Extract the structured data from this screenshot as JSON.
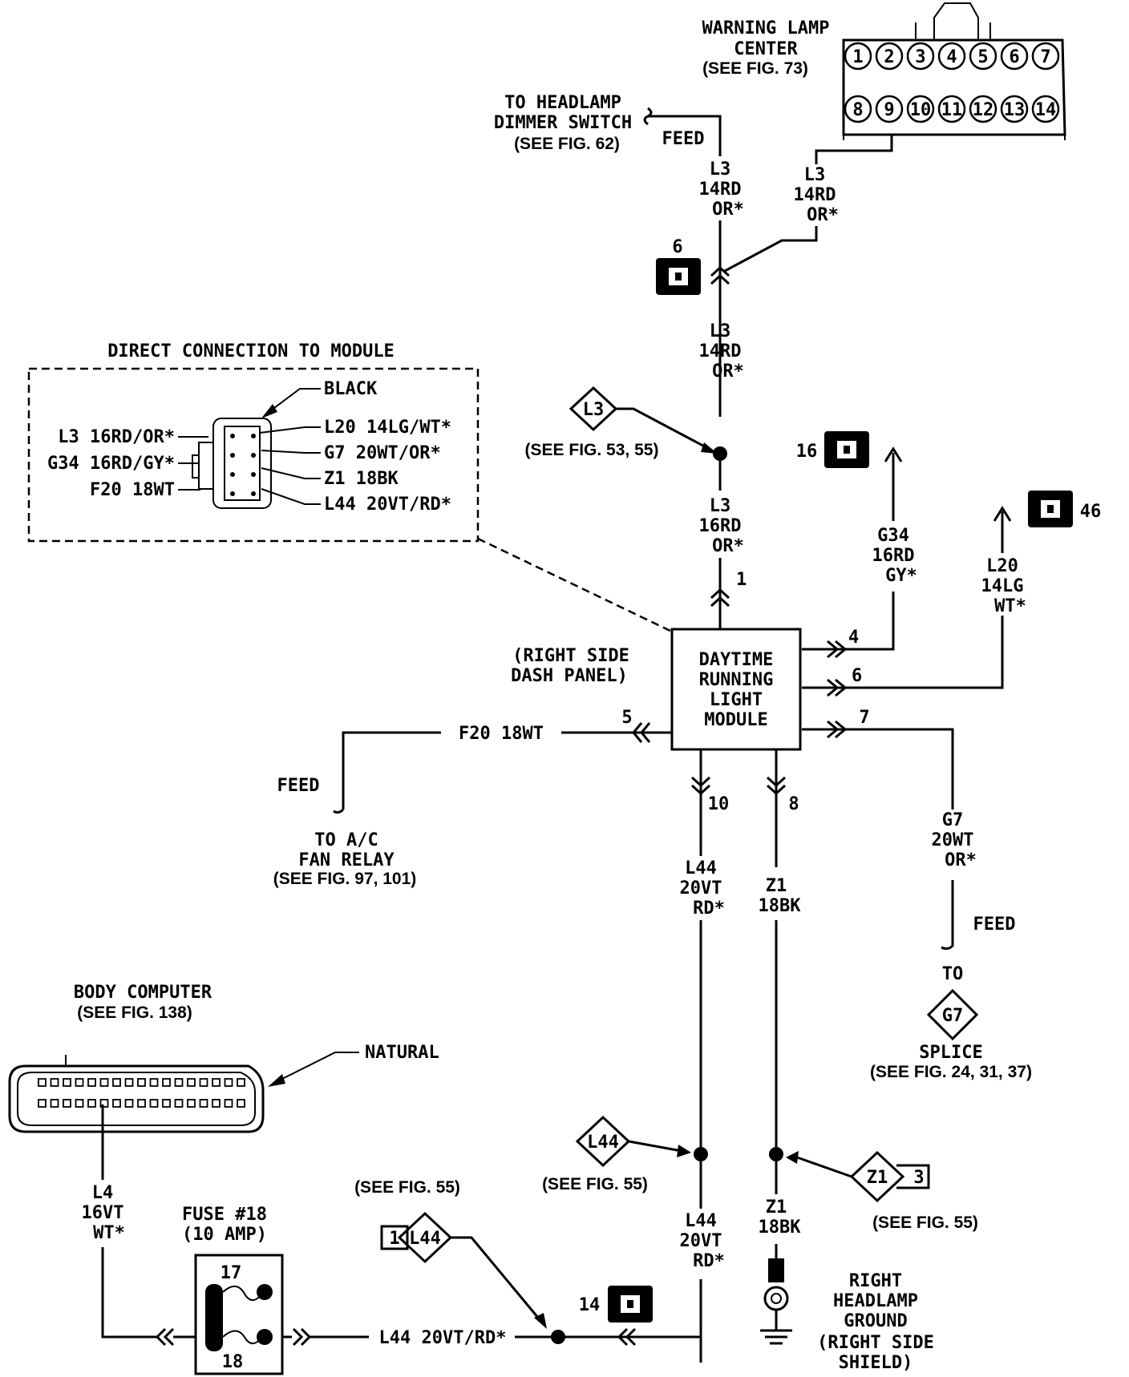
{
  "warning_lamp": {
    "line1": "WARNING LAMP",
    "line2": "CENTER",
    "ref": "(SEE FIG. 73)",
    "pins_top": [
      "1",
      "2",
      "3",
      "4",
      "5",
      "6",
      "7"
    ],
    "pins_bottom": [
      "8",
      "9",
      "10",
      "11",
      "12",
      "13",
      "14"
    ]
  },
  "dimmer": {
    "line1": "TO HEADLAMP",
    "line2": "DIMMER SWITCH",
    "ref": "(SEE FIG. 62)",
    "feed": "FEED"
  },
  "wire_l3_top_left": {
    "l1": "L3",
    "l2": "14RD",
    "l3": "OR*"
  },
  "wire_l3_top_right": {
    "l1": "L3",
    "l2": "14RD",
    "l3": "OR*"
  },
  "conn6": {
    "num": "6"
  },
  "wire_l3_mid": {
    "l1": "L3",
    "l2": "14RD",
    "l3": "OR*"
  },
  "direct": {
    "title": "DIRECT CONNECTION TO MODULE",
    "black": "BLACK",
    "left": [
      "L3 16RD/OR*",
      "G34 16RD/GY*",
      "F20 18WT"
    ],
    "right": [
      "L20 14LG/WT*",
      "G7 20WT/OR*",
      "Z1 18BK",
      "L44 20VT/RD*"
    ]
  },
  "splice_l3": {
    "tag": "L3",
    "ref": "(SEE FIG. 53, 55)"
  },
  "conn16": {
    "num": "16"
  },
  "conn46": {
    "num": "46"
  },
  "wire_l3_low": {
    "l1": "L3",
    "l2": "16RD",
    "l3": "OR*",
    "pin": "1"
  },
  "wire_g34": {
    "l1": "G34",
    "l2": "16RD",
    "l3": "GY*",
    "pin": "4"
  },
  "wire_l20": {
    "l1": "L20",
    "l2": "14LG",
    "l3": "WT*",
    "pin": "6"
  },
  "module": {
    "l1": "DAYTIME",
    "l2": "RUNNING",
    "l3": "LIGHT",
    "l4": "MODULE",
    "loc1": "(RIGHT SIDE",
    "loc2": "DASH PANEL)"
  },
  "wire_f20": {
    "label": "F20 18WT",
    "pin": "5",
    "feed": "FEED",
    "to1": "TO A/C",
    "to2": "FAN RELAY",
    "ref": "(SEE FIG. 97, 101)"
  },
  "pin7": "7",
  "wire_g7": {
    "l1": "G7",
    "l2": "20WT",
    "l3": "OR*",
    "feed": "FEED",
    "to": "TO",
    "tag": "G7",
    "splice": "SPLICE",
    "ref": "(SEE FIG. 24, 31, 37)"
  },
  "wire_l44_up": {
    "pin": "10",
    "l1": "L44",
    "l2": "20VT",
    "l3": "RD*"
  },
  "wire_z1_up": {
    "pin": "8",
    "l1": "Z1",
    "l2": "18BK"
  },
  "body_computer": {
    "l1": "BODY COMPUTER",
    "ref": "(SEE FIG. 138)",
    "natural": "NATURAL"
  },
  "splice_l44_a": {
    "tag": "L44",
    "ref": "(SEE FIG. 55)"
  },
  "splice_z1": {
    "tag": "Z1",
    "num": "3",
    "ref": "(SEE FIG. 55)"
  },
  "splice_l44_b": {
    "tag": "L44",
    "num": "1",
    "ref": "(SEE FIG. 55)"
  },
  "wire_l4": {
    "l1": "L4",
    "l2": "16VT",
    "l3": "WT*"
  },
  "fuse": {
    "l1": "FUSE #18",
    "l2": "(10 AMP)",
    "top": "17",
    "bottom": "18"
  },
  "wire_l44_bottom": {
    "label": "L44 20VT/RD*"
  },
  "wire_l44_low": {
    "l1": "L44",
    "l2": "20VT",
    "l3": "RD*"
  },
  "wire_z1_low": {
    "l1": "Z1",
    "l2": "18BK"
  },
  "conn14": {
    "num": "14"
  },
  "ground": {
    "l1": "RIGHT",
    "l2": "HEADLAMP",
    "l3": "GROUND",
    "l4": "(RIGHT SIDE",
    "l5": "SHIELD)"
  }
}
